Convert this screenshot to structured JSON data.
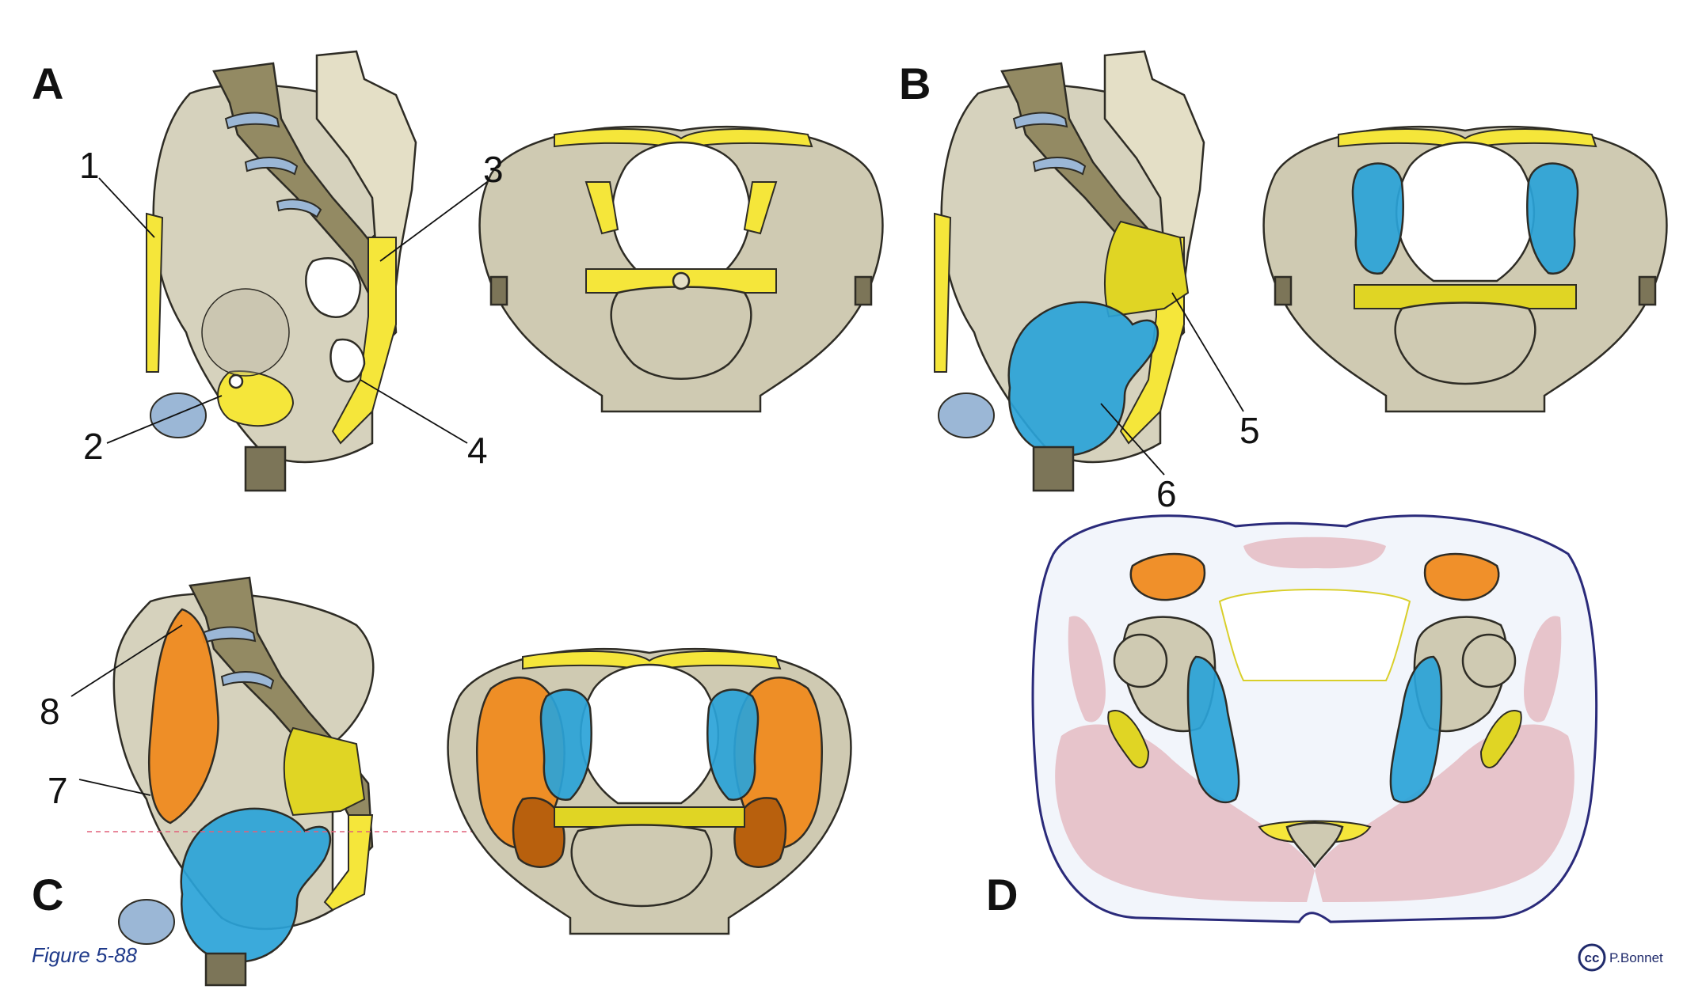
{
  "panels": {
    "a": "A",
    "b": "B",
    "c": "C",
    "d": "D"
  },
  "labels": [
    "1",
    "2",
    "3",
    "4",
    "5",
    "6",
    "7",
    "8"
  ],
  "caption": "Figure 5-88",
  "credit": {
    "cc": "cc",
    "author": "P.Bonnet"
  },
  "colors": {
    "bone": "#cfcab2",
    "vertebra": "#938a63",
    "disc": "#9bb7d6",
    "ligament": "#f5e63a",
    "obturator_internus": "#2aa3d8",
    "gluteal": "#ef8a1f",
    "skin_muscle": "#e7c4cb",
    "outline": "#2a2a7a"
  }
}
